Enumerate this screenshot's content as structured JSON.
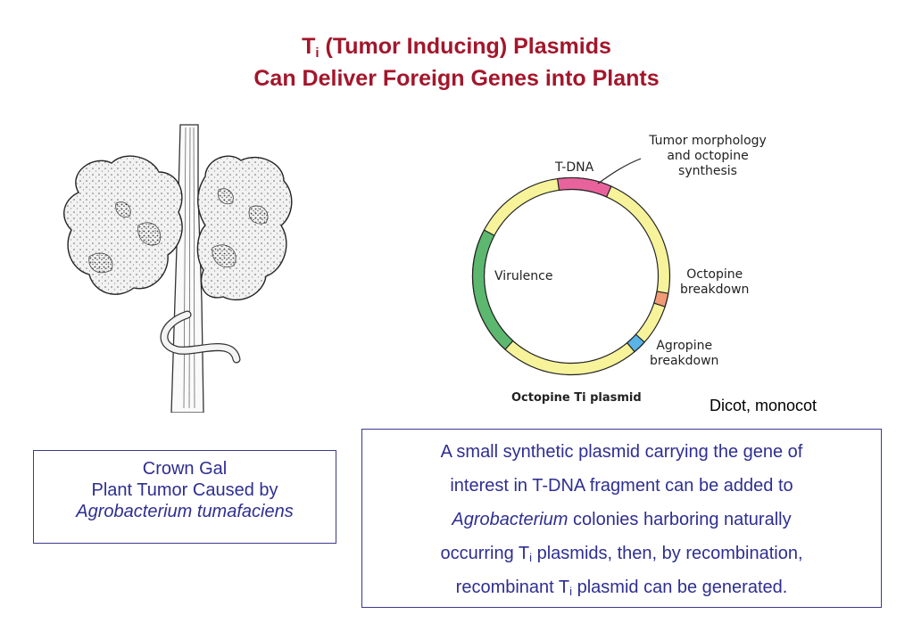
{
  "title": {
    "line1_prefix": "T",
    "line1_sub": "i",
    "line1_rest": " (Tumor Inducing) Plasmids",
    "line2": "Can Deliver Foreign Genes into Plants"
  },
  "plasmid": {
    "name": "Octopine Ti plasmid",
    "labels": {
      "tdna": "T-DNA",
      "tumor1": "Tumor morphology",
      "tumor2": "and octopine",
      "tumor3": "synthesis",
      "virulence": "Virulence",
      "octopine1": "Octopine",
      "octopine2": "breakdown",
      "agropine1": "Agropine",
      "agropine2": "breakdown"
    },
    "colors": {
      "backbone": "#f6f39a",
      "tdna": "#e8639c",
      "virulence": "#5cb86f",
      "octopine": "#f09a76",
      "agropine": "#5ab4e8",
      "outline": "#222222"
    }
  },
  "dicot_note": "Dicot, monocot",
  "crown_box": {
    "line1": "Crown Gal",
    "line2": "Plant Tumor Caused by",
    "line3": "Agrobacterium tumafaciens"
  },
  "text_box": {
    "l1": "A small synthetic plasmid carrying the gene of",
    "l2": "interest in T-DNA fragment can be added to",
    "l3_italic": "Agrobacterium",
    "l3_rest": " colonies harboring naturally",
    "l4_a": "occurring T",
    "l4_sub": "i",
    "l4_b": " plasmids, then, by recombination,",
    "l5_a": "recombinant T",
    "l5_sub": "i",
    "l5_b": " plasmid can be generated."
  }
}
